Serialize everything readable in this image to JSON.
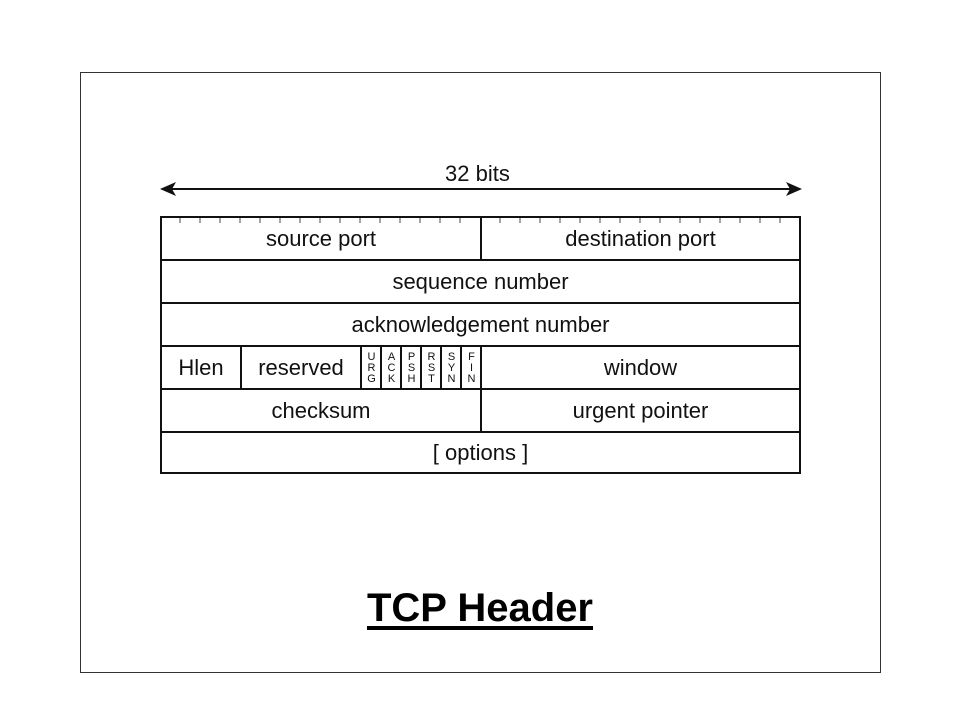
{
  "diagram": {
    "width_label": "32 bits",
    "rows": [
      [
        {
          "id": "source-port",
          "label": "source port"
        },
        {
          "id": "destination-port",
          "label": "destination port"
        }
      ],
      [
        {
          "id": "sequence-number",
          "label": "sequence number"
        }
      ],
      [
        {
          "id": "acknowledgement-number",
          "label": "acknowledgement number"
        }
      ],
      [
        {
          "id": "hlen",
          "label": "Hlen"
        },
        {
          "id": "reserved",
          "label": "reserved"
        },
        {
          "id": "window",
          "label": "window"
        }
      ],
      [
        {
          "id": "checksum",
          "label": "checksum"
        },
        {
          "id": "urgent-pointer",
          "label": "urgent pointer"
        }
      ],
      [
        {
          "id": "options",
          "label": "[ options ]"
        }
      ]
    ],
    "flags": [
      "URG",
      "ACK",
      "PSH",
      "RST",
      "SYN",
      "FIN"
    ]
  },
  "title": "TCP Header"
}
